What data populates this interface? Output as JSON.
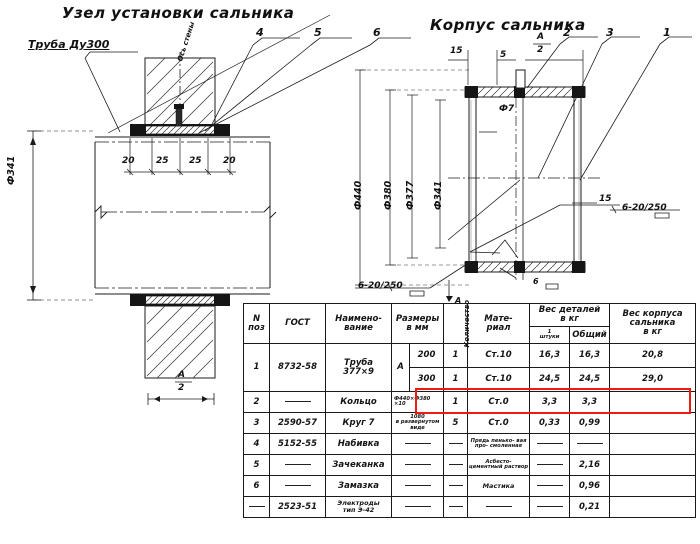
{
  "drawing": {
    "left_view": {
      "title": "Узел установки сальника",
      "pipe_label": "Труба Ду300",
      "wall_axis_label": "Ось стены",
      "diameter_label": "Ф341",
      "dimension_chain": [
        "20",
        "25",
        "25",
        "20"
      ],
      "half_a_label": "А",
      "half_a_denom": "2",
      "leaders": [
        "4",
        "5",
        "6"
      ]
    },
    "right_view": {
      "title": "Корпус сальника",
      "leaders": [
        "2",
        "3",
        "1"
      ],
      "top_dims": [
        "15",
        "5"
      ],
      "half_a_label": "А",
      "half_a_denom": "2",
      "diameters": [
        "Ф440",
        "Ф380",
        "Ф377",
        "Ф341"
      ],
      "hole_label": "Ф7",
      "thickness_label": "15",
      "weld_symbol_right": "6-20/250",
      "weld_symbol_bottom": "6-20/250",
      "weld_small": "6",
      "section_label": "А"
    }
  },
  "spec_table": {
    "headers": {
      "pos": "N",
      "pos_sub": "поз",
      "gost": "ГОСТ",
      "name_1": "Наимено-",
      "name_2": "вание",
      "size_1": "Размеры",
      "size_2": "в мм",
      "qty": "Количество",
      "material_1": "Мате-",
      "material_2": "риал",
      "weight_parts_1": "Вес деталей",
      "weight_parts_2": "в кг",
      "weight_one_1": "1",
      "weight_one_2": "штуки",
      "weight_total": "Общий",
      "weight_body_1": "Вес корпуса",
      "weight_body_2": "сальника",
      "weight_body_3": "в кг"
    },
    "rows": [
      {
        "pos": "1",
        "gost": "8732-58",
        "name_1": "Труба",
        "name_2": "377×9",
        "size_letter": "А",
        "size_a": "200",
        "size_b": "300",
        "qty_a": "1",
        "qty_b": "1",
        "material_a": "Ст.10",
        "material_b": "Ст.10",
        "w1_a": "16,3",
        "w1_b": "24,5",
        "wt_a": "16,3",
        "wt_b": "24,5",
        "wb_a": "20,8",
        "wb_b": "29,0"
      },
      {
        "pos": "2",
        "gost": "—",
        "name": "Кольцо",
        "size_1": "Ф440×Ф380",
        "size_2": "×10",
        "qty": "1",
        "material": "Ст.0",
        "w1": "3,3",
        "wt": "3,3",
        "wb": ""
      },
      {
        "pos": "3",
        "gost": "2590-57",
        "name": "Круг 7",
        "size_1": "1080",
        "size_2": "в развернутом виде",
        "qty": "5",
        "material": "Ст.0",
        "w1": "0,33",
        "wt": "0,99",
        "wb": ""
      },
      {
        "pos": "4",
        "gost": "5152-55",
        "name": "Набивка",
        "size": "—",
        "qty": "—",
        "material": "Прядь пенько- вая про- смоленная",
        "w1": "—",
        "wt": "—",
        "wb": ""
      },
      {
        "pos": "5",
        "gost": "—",
        "name": "Зачеканка",
        "size": "—",
        "qty": "—",
        "material": "Асбесто- цементный раствор",
        "w1": "—",
        "wt": "2,16",
        "wb": ""
      },
      {
        "pos": "6",
        "gost": "—",
        "name": "Замазка",
        "size": "—",
        "qty": "—",
        "material": "Мастика",
        "w1": "—",
        "wt": "0,96",
        "wb": ""
      },
      {
        "pos": "—",
        "gost": "2523-51",
        "name_1": "Электроды",
        "name_2": "тип Э-42",
        "size": "—",
        "qty": "—",
        "material": "—",
        "w1": "—",
        "wt": "0,21",
        "wb": ""
      }
    ]
  },
  "annotation": {
    "highlight_color": "#ee1b13",
    "highlight_name": "red-highlight-row"
  }
}
